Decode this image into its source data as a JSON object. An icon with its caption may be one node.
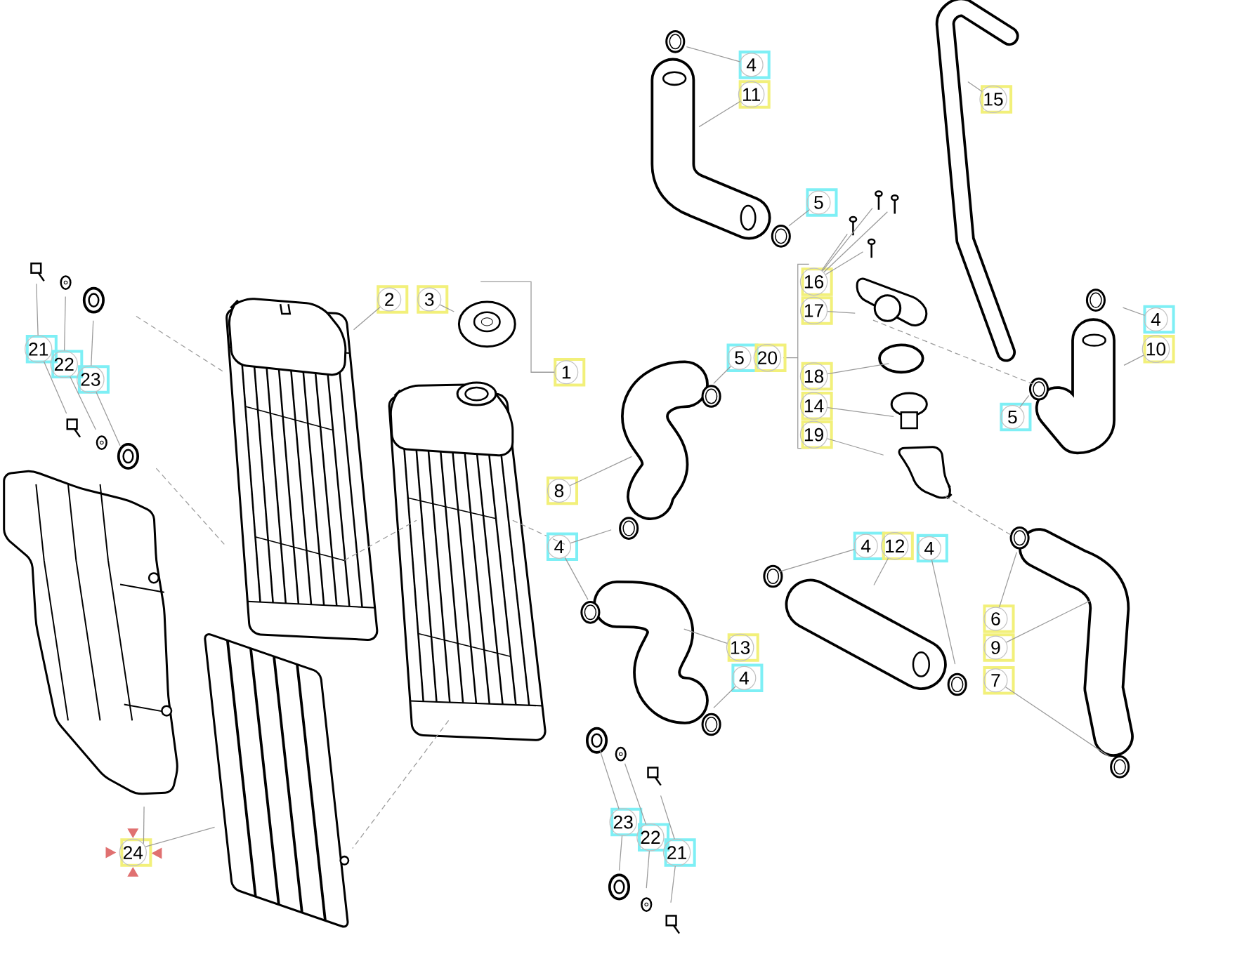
{
  "diagram": {
    "nodes": [
      {
        "text": [
          "4"
        ]
      },
      {
        "text": [
          "11"
        ]
      },
      {
        "text": [
          "15"
        ]
      },
      {
        "text": [
          "5"
        ]
      },
      {
        "text": [
          "16"
        ]
      },
      {
        "text": [
          "17"
        ]
      },
      {
        "text": [
          "2"
        ]
      },
      {
        "text": [
          "3"
        ]
      },
      {
        "text": [
          "4"
        ]
      },
      {
        "text": [
          "21"
        ]
      },
      {
        "text": [
          "10"
        ]
      },
      {
        "text": [
          "5"
        ]
      },
      {
        "text": [
          "20"
        ]
      },
      {
        "text": [
          "22"
        ]
      },
      {
        "text": [
          "1"
        ]
      },
      {
        "text": [
          "18"
        ]
      },
      {
        "text": [
          "23"
        ]
      },
      {
        "text": [
          "14"
        ]
      },
      {
        "text": [
          "5"
        ]
      },
      {
        "text": [
          "19"
        ]
      },
      {
        "text": [
          "8"
        ]
      },
      {
        "text": [
          "4"
        ]
      },
      {
        "text": [
          "4"
        ]
      },
      {
        "text": [
          "12"
        ]
      },
      {
        "text": [
          "4"
        ]
      },
      {
        "text": [
          "6"
        ]
      },
      {
        "text": [
          "13"
        ]
      },
      {
        "text": [
          "9"
        ]
      },
      {
        "text": [
          "4"
        ]
      },
      {
        "text": [
          "7"
        ]
      },
      {
        "text": [
          "23"
        ]
      },
      {
        "text": [
          "22"
        ]
      },
      {
        "text": [
          "21"
        ]
      },
      {
        "text": [
          "24"
        ]
      }
    ],
    "edges": [
      {
        "from": 0,
        "to": null,
        "arrow": "none"
      },
      {
        "from": 1,
        "to": null,
        "arrow": "none"
      },
      {
        "from": 2,
        "to": null,
        "arrow": "none"
      },
      {
        "from": 3,
        "to": null,
        "arrow": "none"
      },
      {
        "from": 4,
        "to": null,
        "arrow": "none"
      },
      {
        "from": 4,
        "to": null,
        "arrow": "none"
      },
      {
        "from": 4,
        "to": null,
        "arrow": "none"
      },
      {
        "from": 4,
        "to": null,
        "arrow": "none"
      },
      {
        "from": 5,
        "to": null,
        "arrow": "none"
      },
      {
        "from": 6,
        "to": null,
        "arrow": "none"
      },
      {
        "from": 7,
        "to": null,
        "arrow": "none"
      },
      {
        "from": 8,
        "to": null,
        "arrow": "none"
      },
      {
        "from": 9,
        "to": null,
        "arrow": "none"
      },
      {
        "from": 9,
        "to": null,
        "arrow": "none"
      },
      {
        "from": 10,
        "to": null,
        "arrow": "none"
      },
      {
        "from": 11,
        "to": null,
        "arrow": "none"
      },
      {
        "from": 13,
        "to": null,
        "arrow": "none"
      },
      {
        "from": 13,
        "to": null,
        "arrow": "none"
      },
      {
        "from": 14,
        "to": null,
        "arrow": "none"
      },
      {
        "from": 15,
        "to": null,
        "arrow": "none"
      },
      {
        "from": 16,
        "to": null,
        "arrow": "none"
      },
      {
        "from": 16,
        "to": null,
        "arrow": "none"
      },
      {
        "from": 17,
        "to": null,
        "arrow": "none"
      },
      {
        "from": 18,
        "to": null,
        "arrow": "none"
      },
      {
        "from": 19,
        "to": null,
        "arrow": "none"
      },
      {
        "from": 20,
        "to": null,
        "arrow": "none"
      },
      {
        "from": 21,
        "to": null,
        "arrow": "none"
      },
      {
        "from": 21,
        "to": null,
        "arrow": "none"
      },
      {
        "from": 22,
        "to": null,
        "arrow": "none"
      },
      {
        "from": 23,
        "to": null,
        "arrow": "none"
      },
      {
        "from": 24,
        "to": null,
        "arrow": "none"
      },
      {
        "from": 25,
        "to": null,
        "arrow": "none"
      },
      {
        "from": 26,
        "to": null,
        "arrow": "none"
      },
      {
        "from": 27,
        "to": null,
        "arrow": "none"
      },
      {
        "from": 28,
        "to": null,
        "arrow": "none"
      },
      {
        "from": 29,
        "to": null,
        "arrow": "none"
      },
      {
        "from": 30,
        "to": null,
        "arrow": "none"
      },
      {
        "from": 30,
        "to": null,
        "arrow": "none"
      },
      {
        "from": 31,
        "to": null,
        "arrow": "none"
      },
      {
        "from": 31,
        "to": null,
        "arrow": "none"
      },
      {
        "from": 32,
        "to": null,
        "arrow": "none"
      },
      {
        "from": 32,
        "to": null,
        "arrow": "none"
      },
      {
        "from": 33,
        "to": null,
        "arrow": "none"
      },
      {
        "from": 33,
        "to": null,
        "arrow": "none"
      }
    ]
  }
}
